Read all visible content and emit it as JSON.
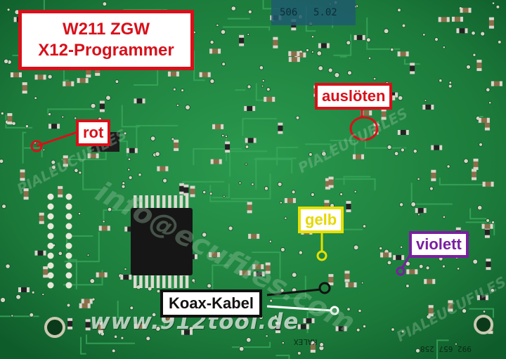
{
  "title": {
    "line1": "W211 ZGW",
    "line2": "X12-Programmer"
  },
  "labels": {
    "rot": "rot",
    "ausloeten": "auslöten",
    "gelb": "gelb",
    "violett": "violett",
    "koax": "Koax-Kabel"
  },
  "watermark_url": "www.912tool.de",
  "watermark_diag_1": "PIALEUCUFILES",
  "watermark_diag_2": "info@ecufiles.com",
  "silkscreen": {
    "top_code_1": "506",
    "top_code_2": "5.02",
    "part_number": "992 657 258",
    "kalex": "KALEX"
  },
  "colors": {
    "pcb": "#1a7a3c",
    "red": "#d8101a",
    "yellow": "#e6e000",
    "violet": "#7a1fa0",
    "black": "#111111",
    "pad": "#c8c8b8"
  }
}
